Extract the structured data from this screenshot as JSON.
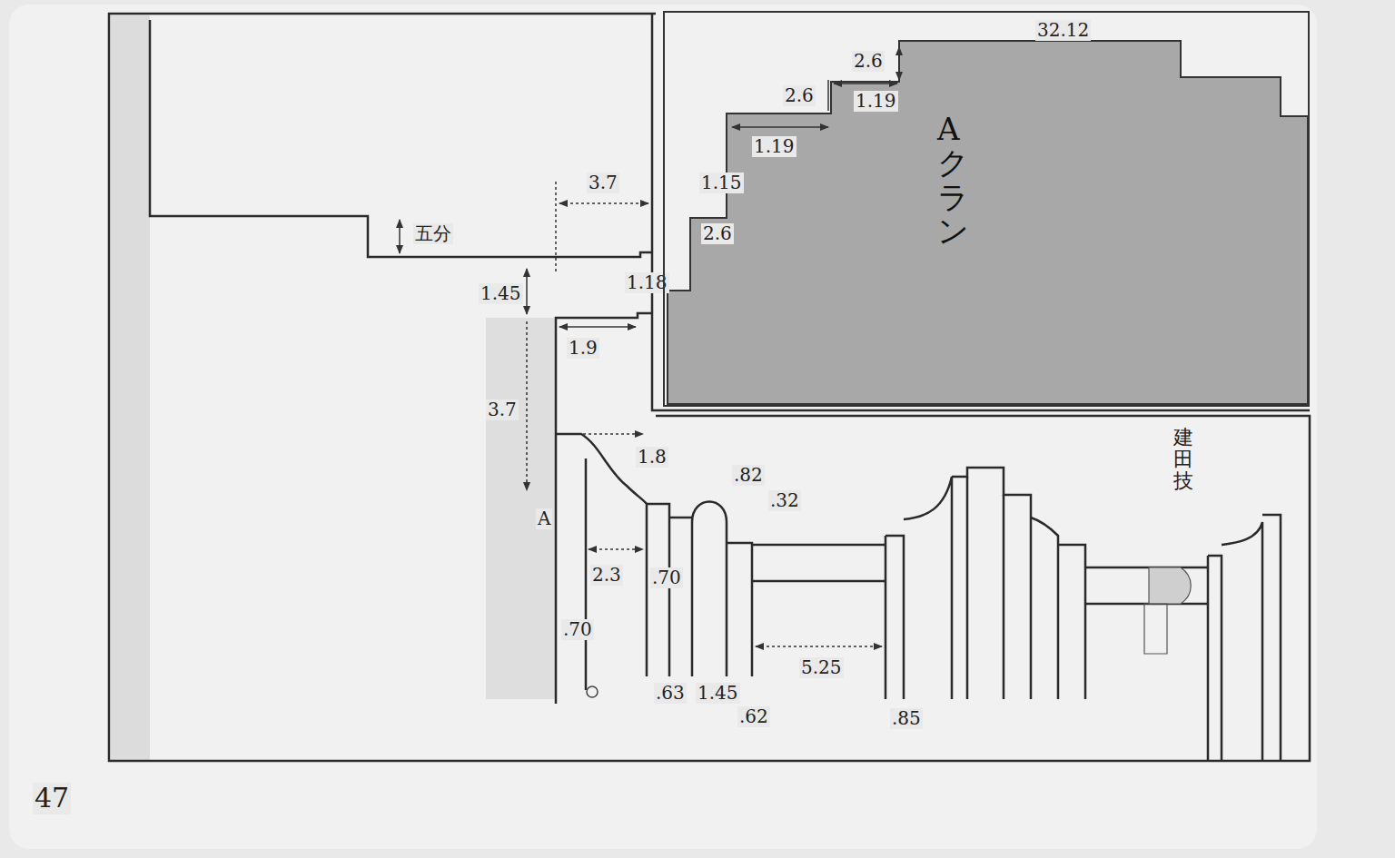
{
  "diagram": {
    "nodes": [
      {
        "text": [
          "Aクラン"
        ]
      }
    ],
    "labels": [
      "32.12",
      "2.6",
      "2.6",
      "1.19",
      "1.19",
      "1.15",
      "2.6",
      "1.18",
      "3.7",
      "五分",
      "1.45",
      "1.9",
      "3.7",
      "1.8",
      "A",
      "2.3",
      ".70",
      ".70",
      ".63",
      "1.45",
      ".62",
      ".82",
      ".32",
      "5.25",
      ".85",
      "建田技",
      "47"
    ]
  }
}
